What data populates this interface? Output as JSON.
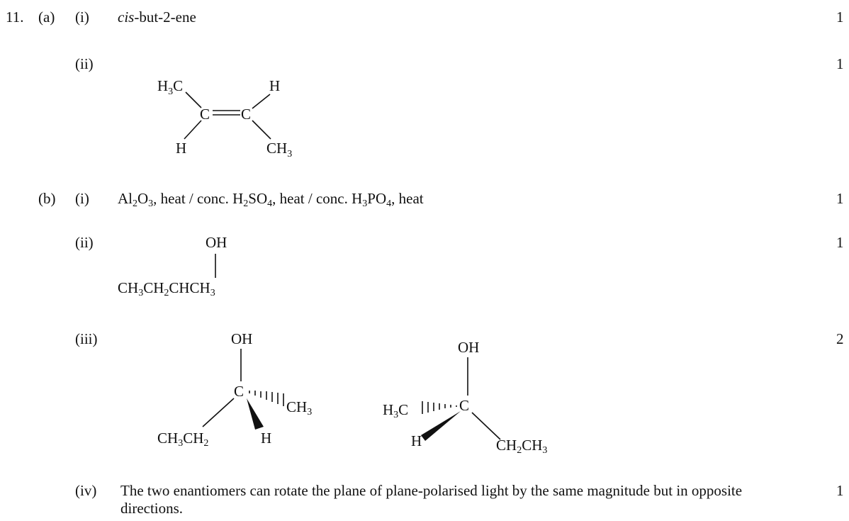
{
  "q11": {
    "number": "11.",
    "a": {
      "label": "(a)",
      "i": {
        "label": "(i)",
        "italic": "cis",
        "rest": "-but-2-ene",
        "mark": "1"
      },
      "ii": {
        "label": "(ii)",
        "mark": "1",
        "atoms": {
          "h3c_main": "H",
          "h3c_sub": "3",
          "h3c_tail": "C",
          "h_top": "H",
          "c_left": "C",
          "c_right": "C",
          "h_bottom": "H",
          "ch3_main": "CH",
          "ch3_sub": "3"
        }
      }
    },
    "b": {
      "label": "(b)",
      "i": {
        "label": "(i)",
        "mark": "1",
        "parts": [
          "Al",
          "2",
          "O",
          "3",
          ", heat /  conc. H",
          "2",
          "SO",
          "4",
          ", heat /  conc. H",
          "3",
          "PO",
          "4",
          ", heat"
        ]
      },
      "ii": {
        "label": "(ii)",
        "mark": "1",
        "oh": "OH",
        "chain": [
          "CH",
          "3",
          "CH",
          "2",
          "CHCH",
          "3"
        ]
      },
      "iii": {
        "label": "(iii)",
        "mark": "2",
        "left": {
          "oh": "OH",
          "c": "C",
          "ch3_main": "CH",
          "ch3_sub": "3",
          "ethyl": [
            "CH",
            "3",
            "CH",
            "2"
          ],
          "h": "H"
        },
        "right": {
          "oh": "OH",
          "c": "C",
          "h3c_main": "H",
          "h3c_sub": "3",
          "h3c_tail": "C",
          "h": "H",
          "ethyl": [
            "CH",
            "2",
            "CH",
            "3"
          ]
        }
      },
      "iv": {
        "label": "(iv)",
        "mark": "1",
        "text": "The two enantiomers can rotate the plane of plane-polarised light by the same magnitude but in opposite directions."
      }
    }
  }
}
